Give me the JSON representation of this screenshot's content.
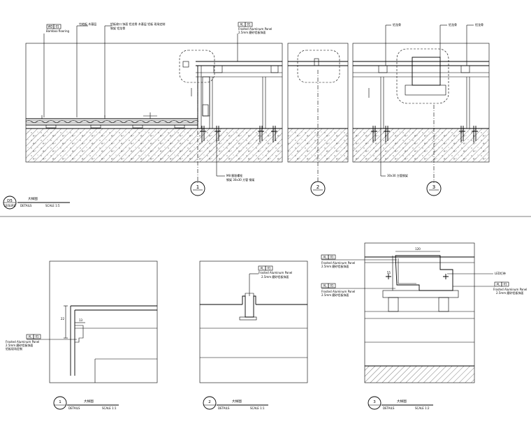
{
  "top_detail": {
    "label_bamboo": "Bamboo flooring",
    "tag_left": "WD",
    "tag_right": "01",
    "tag_al": "AL",
    "tag_al_num": "01",
    "label_frosted": "Frosted Aluminum Panel",
    "label_frosted_cn": "2.5mm 磨砂铝板饰面",
    "small_note_1": "竹地板 木基层",
    "small_note_2": "铝板收口 饰面 铝龙骨 木基层 铝板 现场定制",
    "small_note_3": "钢架 铝龙骨",
    "top_note_a": "铝龙骨",
    "top_note_b": "铝龙骨",
    "top_note_c": "铝龙骨",
    "bottom_note_1": "M8 膨胀螺栓",
    "bottom_note_2": "钢架 30x30 方管 钢架",
    "bottom_note_3": "30x30 方管钢架",
    "callouts": [
      "1",
      "2",
      "3"
    ],
    "title_num": "D5",
    "title_sub": "LEISURE",
    "title_cn": "大样图",
    "title_en": "DETAILS",
    "scale": "SCALE 1:5"
  },
  "details": [
    {
      "num": "1",
      "title_cn": "大样图",
      "title_en": "DETAILS",
      "scale": "SCALE 1:1",
      "tag_al": "AL",
      "tag_num": "01",
      "label": "Frosted Aluminum Panel",
      "label_cn": "2.5mm 磨砂铝板饰面",
      "label_cn2": "铝板现场定制",
      "dim": "22",
      "dim2": "13"
    },
    {
      "num": "2",
      "title_cn": "大样图",
      "title_en": "DETAILS",
      "scale": "SCALE 1:1",
      "tag_al": "AL",
      "tag_num": "01",
      "label": "Frosted Aluminum Panel",
      "label_cn": "2.5mm 磨砂铝板饰面"
    },
    {
      "num": "3",
      "title_cn": "大样图",
      "title_en": "DETAILS",
      "scale": "SCALE 1:2",
      "tag_al": "AL",
      "tag_num": "01",
      "label_a": "Frosted Aluminum Panel",
      "label_a_cn": "2.5mm 磨砂铝板饰面",
      "label_b": "Frosted Aluminum Panel",
      "label_b_cn": "2.5mm 磨砂铝板饰面",
      "label_c": "Frosted Aluminum Panel",
      "label_c_cn": "2.5mm 磨砂铝板饰面",
      "led": "LED灯带",
      "dim_top": "120",
      "dim_side": "55"
    }
  ]
}
